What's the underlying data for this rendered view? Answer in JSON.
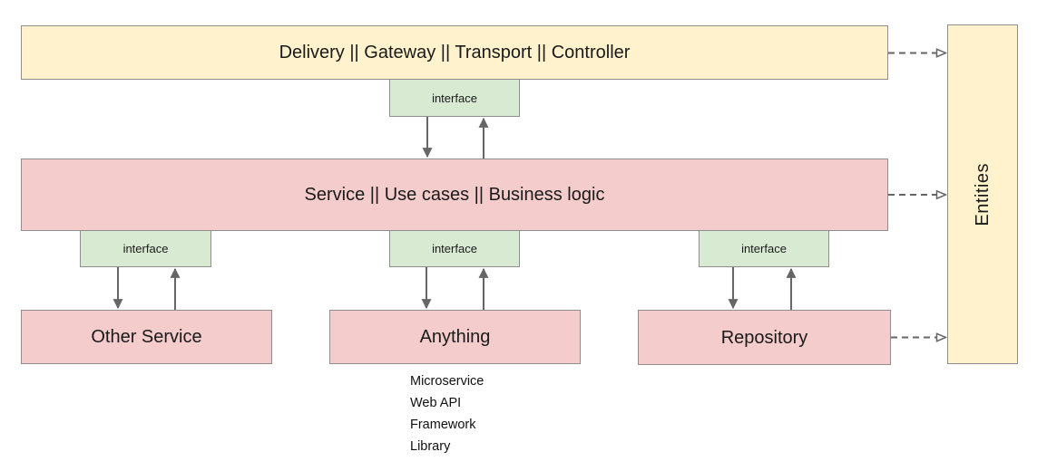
{
  "diagram": {
    "boxes": {
      "delivery": "Delivery || Gateway || Transport || Controller",
      "service": "Service || Use cases || Business logic",
      "entities": "Entities",
      "other_service": "Other Service",
      "anything": "Anything",
      "repository": "Repository"
    },
    "interfaces": [
      "interface",
      "interface",
      "interface",
      "interface"
    ],
    "anything_examples": [
      "Microservice",
      "Web API",
      "Framework",
      "Library"
    ],
    "colors": {
      "layer_yellow": "#fff2cc",
      "layer_pink": "#f4cccc",
      "interface_green": "#d9ead3",
      "box_border": "#8e8e8e",
      "arrow_gray": "#666666",
      "text": "#1a1a1a"
    }
  }
}
